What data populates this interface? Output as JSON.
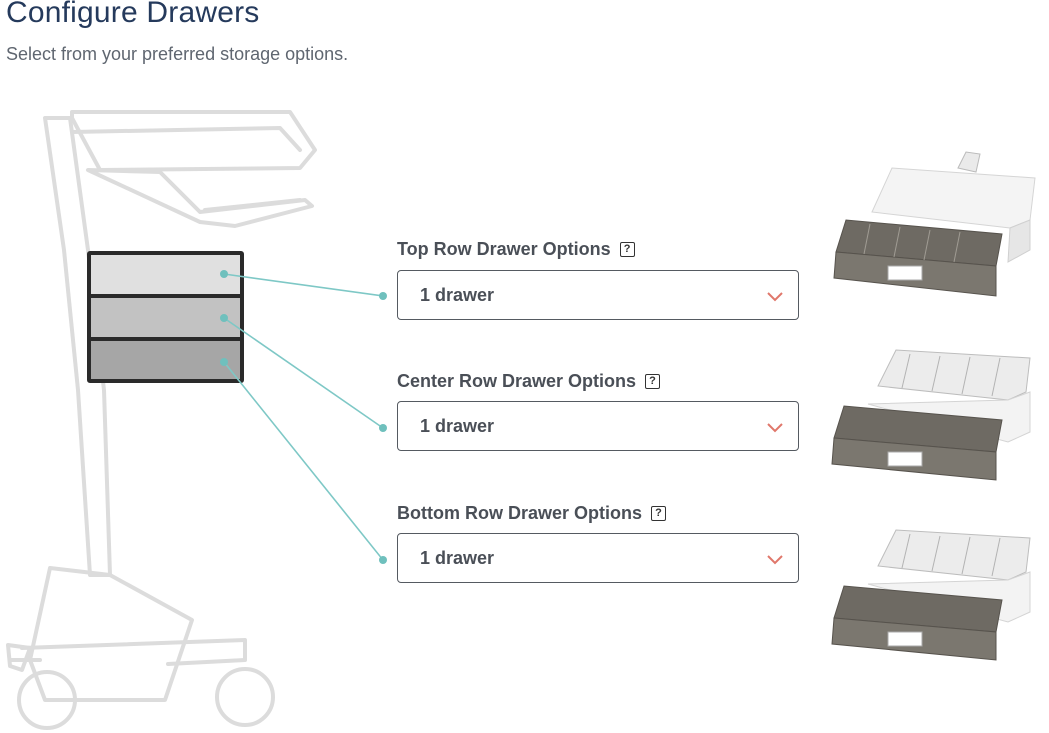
{
  "header": {
    "title": "Configure Drawers",
    "subtitle": "Select from your preferred storage options."
  },
  "options": [
    {
      "label": "Top Row Drawer Options",
      "value": "1 drawer"
    },
    {
      "label": "Center Row Drawer Options",
      "value": "1 drawer"
    },
    {
      "label": "Bottom Row Drawer Options",
      "value": "1 drawer"
    }
  ],
  "help_glyph": "?",
  "colors": {
    "title": "#253a5c",
    "connector": "#7ec8c6",
    "chevron": "#e0776b",
    "cart_outline": "#dcdcdc"
  },
  "icons": [
    "help-icon",
    "chevron-down-icon"
  ]
}
